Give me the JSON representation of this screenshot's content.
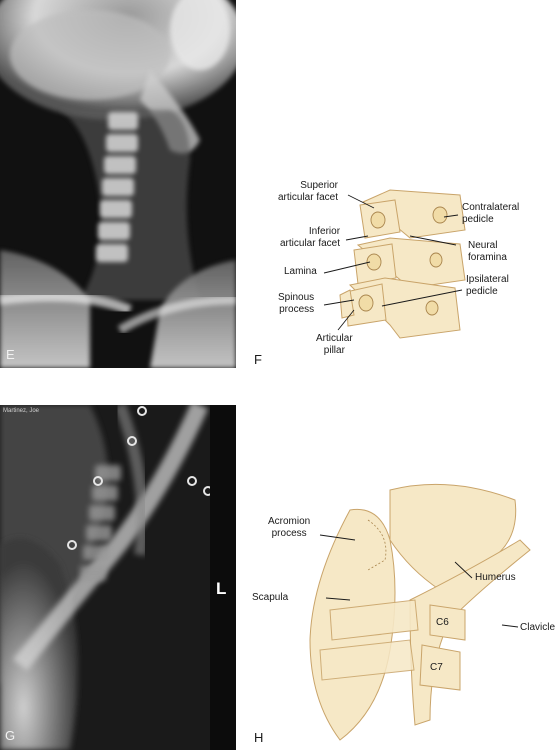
{
  "panels": {
    "E": {
      "letter": "E"
    },
    "F": {
      "letter": "F",
      "labels": {
        "superior_articular_facet": "Superior\narticular facet",
        "inferior_articular_facet": "Inferior\narticular facet",
        "lamina": "Lamina",
        "spinous_process": "Spinous\nprocess",
        "articular_pillar": "Articular\npillar",
        "contralateral_pedicle": "Contralateral\npedicle",
        "neural_foramina": "Neural\nforamina",
        "ipsilateral_pedicle": "Ipsilateral\npedicle"
      }
    },
    "G": {
      "letter": "G",
      "patient_name": "Martinez, Joe",
      "side_marker": "L"
    },
    "H": {
      "letter": "H",
      "labels": {
        "acromion_process": "Acromion\nprocess",
        "scapula": "Scapula",
        "humerus": "Humerus",
        "clavicle": "Clavicle",
        "c6": "C6",
        "c7": "C7"
      }
    }
  },
  "colors": {
    "bone_fill": "#f6e8c6",
    "bone_stroke": "#c9a46a",
    "xray_bg": "#0e0e0e"
  }
}
